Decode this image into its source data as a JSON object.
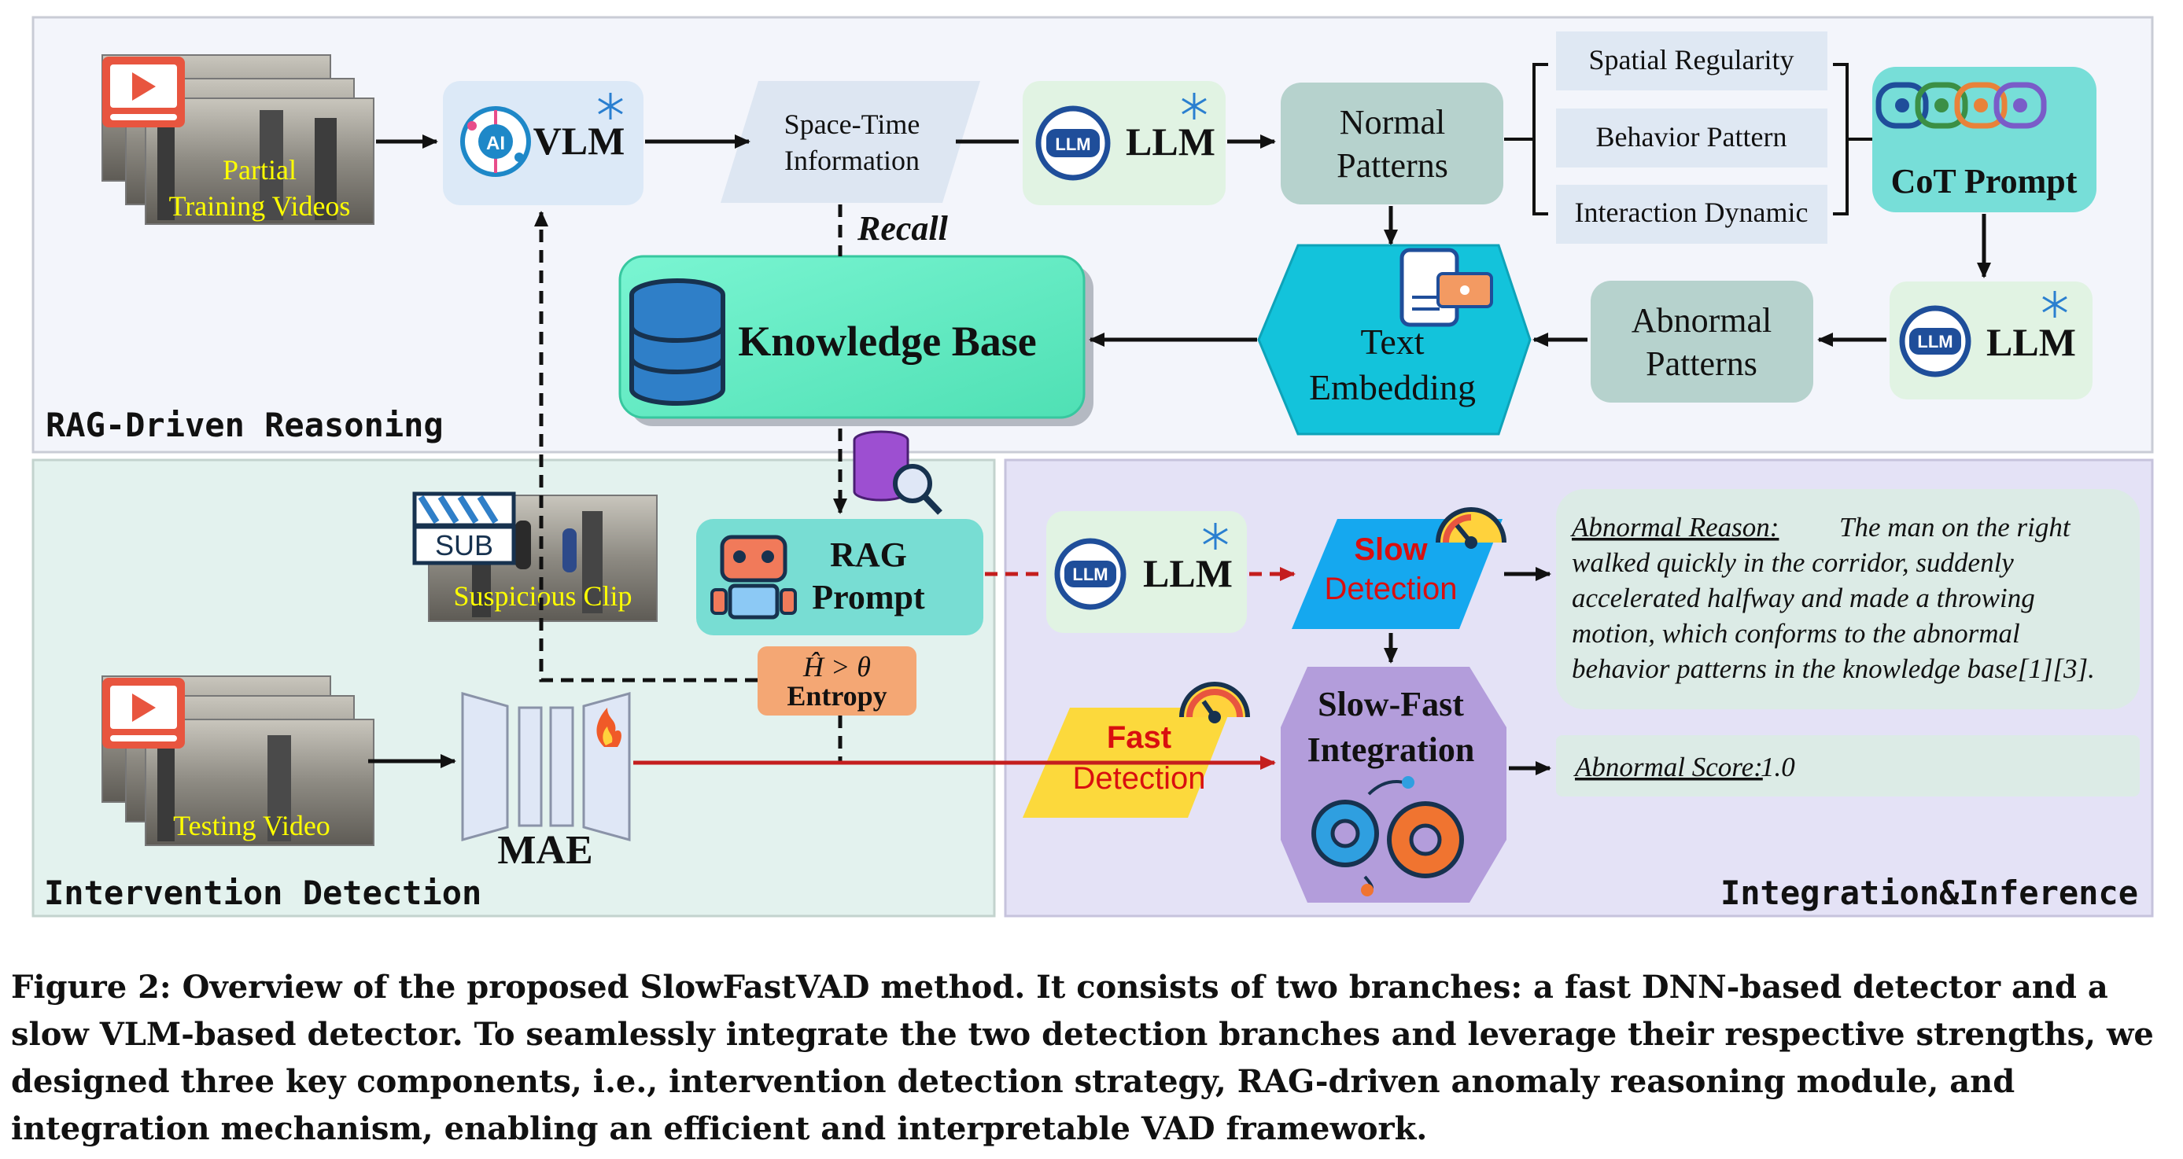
{
  "sections": {
    "rag": "RAG-Driven Reasoning",
    "intervention": "Intervention Detection",
    "integration": "Integration&Inference"
  },
  "videos": {
    "partial_line1": "Partial",
    "partial_line2": "Training Videos",
    "testing": "Testing Video",
    "suspicious": "Suspicious Clip",
    "sub_label": "SUB"
  },
  "nodes": {
    "vlm": "VLM",
    "space_time_line1": "Space-Time",
    "space_time_line2": "Information",
    "llm": "LLM",
    "llm_badge": "LLM",
    "normal_line1": "Normal",
    "normal_line2": "Patterns",
    "spatial": "Spatial Regularity",
    "behavior": "Behavior Pattern",
    "interaction": "Interaction Dynamic",
    "cot": "CoT Prompt",
    "recall": "Recall",
    "knowledge_base": "Knowledge Base",
    "text_line1": "Text",
    "text_line2": "Embedding",
    "abnormal_line1": "Abnormal",
    "abnormal_line2": "Patterns",
    "rag_line1": "RAG",
    "rag_line2": "Prompt",
    "entropy_formula": "Ĥ > θ",
    "entropy": "Entropy",
    "mae": "MAE",
    "slow_line1": "Slow",
    "slow_line2": "Detection",
    "fast_line1": "Fast",
    "fast_line2": "Detection",
    "slowfast_line1": "Slow-Fast",
    "slowfast_line2": "Integration",
    "ai_badge": "AI"
  },
  "outputs": {
    "reason_label": "Abnormal Reason:",
    "reason_lines": [
      "The man on the right",
      "walked quickly in the corridor, suddenly",
      "accelerated halfway and made a throwing",
      "motion, which conforms to the abnormal",
      "behavior patterns in the knowledge base[1][3]."
    ],
    "score_label": "Abnormal Score:",
    "score_value": "1.0"
  },
  "caption": "Figure 2: Overview of the proposed SlowFastVAD method. It consists of two branches: a fast DNN-based detector and a slow VLM-based detector. To seamlessly integrate the two detection branches and leverage their respective strengths, we designed three key components, i.e., intervention detection strategy, RAG-driven anomaly reasoning module, and integration mechanism, enabling an efficient and interpretable VAD framework.",
  "colors": {
    "rag_panel": "#f3f5fb",
    "intervention_panel": "#e3f2ee",
    "integration_panel": "#e4e2f6",
    "knowledge_base": "#6cf0c8",
    "text_embedding": "#13c3db",
    "slow_detection": "#15a8ef",
    "fast_detection": "#fcd93c",
    "slow_fast": "#b39ddb",
    "entropy": "#f4a774",
    "red_arrow": "#c41e1e",
    "highlight_text": "#ffff00"
  }
}
